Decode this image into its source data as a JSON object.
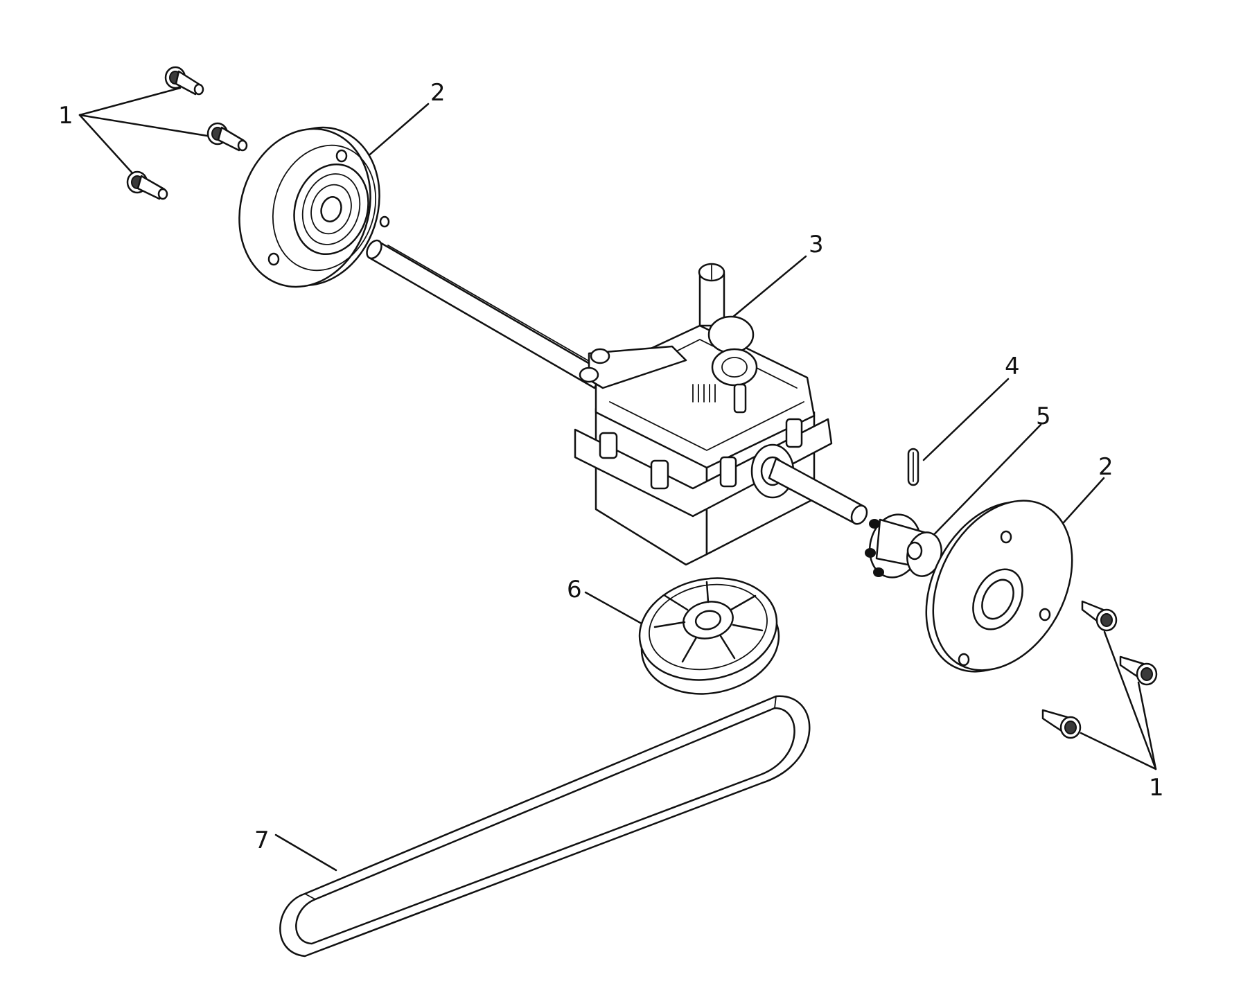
{
  "callouts": [
    {
      "key": "fasteners_left",
      "label": "1"
    },
    {
      "key": "hub_left",
      "label": "2"
    },
    {
      "key": "transmission",
      "label": "3"
    },
    {
      "key": "key_pin",
      "label": "4"
    },
    {
      "key": "sprocket",
      "label": "5"
    },
    {
      "key": "hub_right",
      "label": "2"
    },
    {
      "key": "pulley",
      "label": "6"
    },
    {
      "key": "fasteners_right",
      "label": "1"
    },
    {
      "key": "belt",
      "label": "7"
    }
  ],
  "colors": {
    "line": "#111111",
    "background": "#ffffff"
  }
}
